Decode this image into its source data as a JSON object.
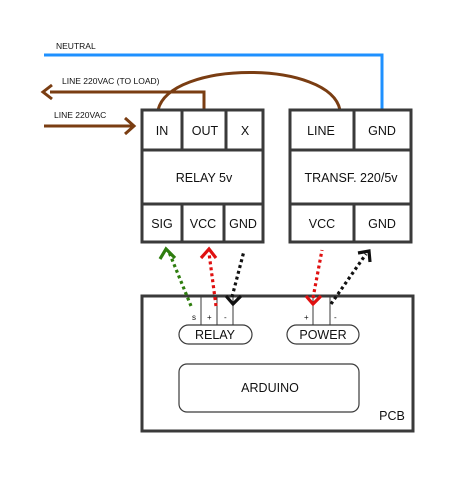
{
  "wires": {
    "neutral_label": "NEUTRAL",
    "line_to_load_label": "LINE 220VAC (TO LOAD)",
    "line_in_label": "LINE 220VAC",
    "neutral_color": "#1e90ff",
    "line_color": "#7a3d12"
  },
  "relay_module": {
    "pins_top": [
      "IN",
      "OUT",
      "X"
    ],
    "title": "RELAY 5v",
    "pins_bottom": [
      "SIG",
      "VCC",
      "GND"
    ]
  },
  "transformer": {
    "pins_top": [
      "LINE",
      "GND"
    ],
    "title": "TRANSF. 220/5v",
    "pins_bottom": [
      "VCC",
      "GND"
    ]
  },
  "pcb": {
    "label": "PCB",
    "arduino_label": "ARDUINO",
    "relay_connector": {
      "label": "RELAY",
      "pins": [
        "s",
        "+",
        "-"
      ]
    },
    "power_connector": {
      "label": "POWER",
      "pins": [
        "+",
        "-"
      ]
    }
  },
  "arrow_colors": {
    "signal": "#2e7d0e",
    "vcc": "#e01010",
    "gnd": "#111111"
  }
}
